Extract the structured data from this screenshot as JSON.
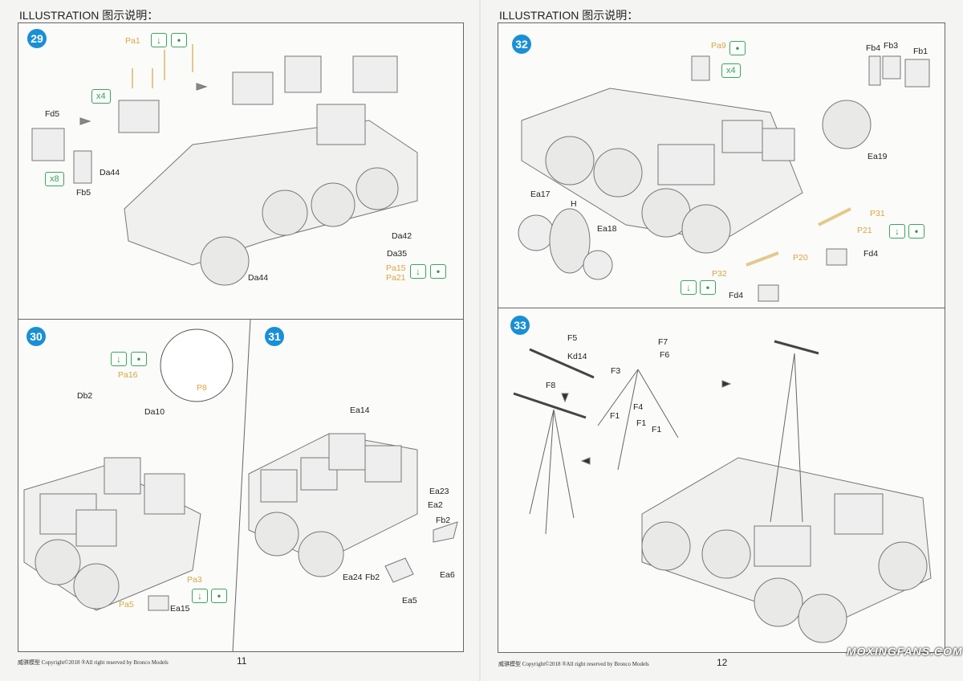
{
  "header": {
    "left": "ILLUSTRATION 图示说明：",
    "right": "ILLUSTRATION 图示说明："
  },
  "steps": [
    "29",
    "30",
    "31",
    "32",
    "33"
  ],
  "panel29": {
    "labels": [
      "Pa1",
      "Fd5",
      "Fb5",
      "Da44",
      "Da42",
      "Da35",
      "Pa15",
      "Pa21",
      "Da44"
    ],
    "qty": [
      "x4",
      "x8"
    ]
  },
  "panel30": {
    "labels": [
      "Pa16",
      "Db2",
      "Da10",
      "P8",
      "Pa3",
      "Pa5",
      "Ea15"
    ]
  },
  "panel31": {
    "labels": [
      "Ea14",
      "Ea23",
      "Ea2",
      "Fb2",
      "Ea6",
      "Ea24",
      "Fb2",
      "Ea5"
    ]
  },
  "panel32": {
    "labels": [
      "Pa9",
      "Fb4",
      "Fb3",
      "Fb1",
      "Ea19",
      "Ea17",
      "H",
      "Ea18",
      "P31",
      "P21",
      "Fd4",
      "P20",
      "P32",
      "Fd4"
    ],
    "qty": [
      "x4"
    ]
  },
  "panel33": {
    "labels": [
      "F5",
      "Kd14",
      "F7",
      "F6",
      "F3",
      "F8",
      "F4",
      "F1",
      "F1",
      "F1"
    ]
  },
  "icons": {
    "glue": "↓",
    "paint": "•"
  },
  "footer": {
    "left": "威骐模型  Copyright©2018  ®All right reserved by Bronco Models",
    "right": "威骐模型  Copyright©2018  ®All right reserved by Bronco Models",
    "page_left": "11",
    "page_right": "12"
  },
  "watermark": "MOXINGFANS.COM"
}
